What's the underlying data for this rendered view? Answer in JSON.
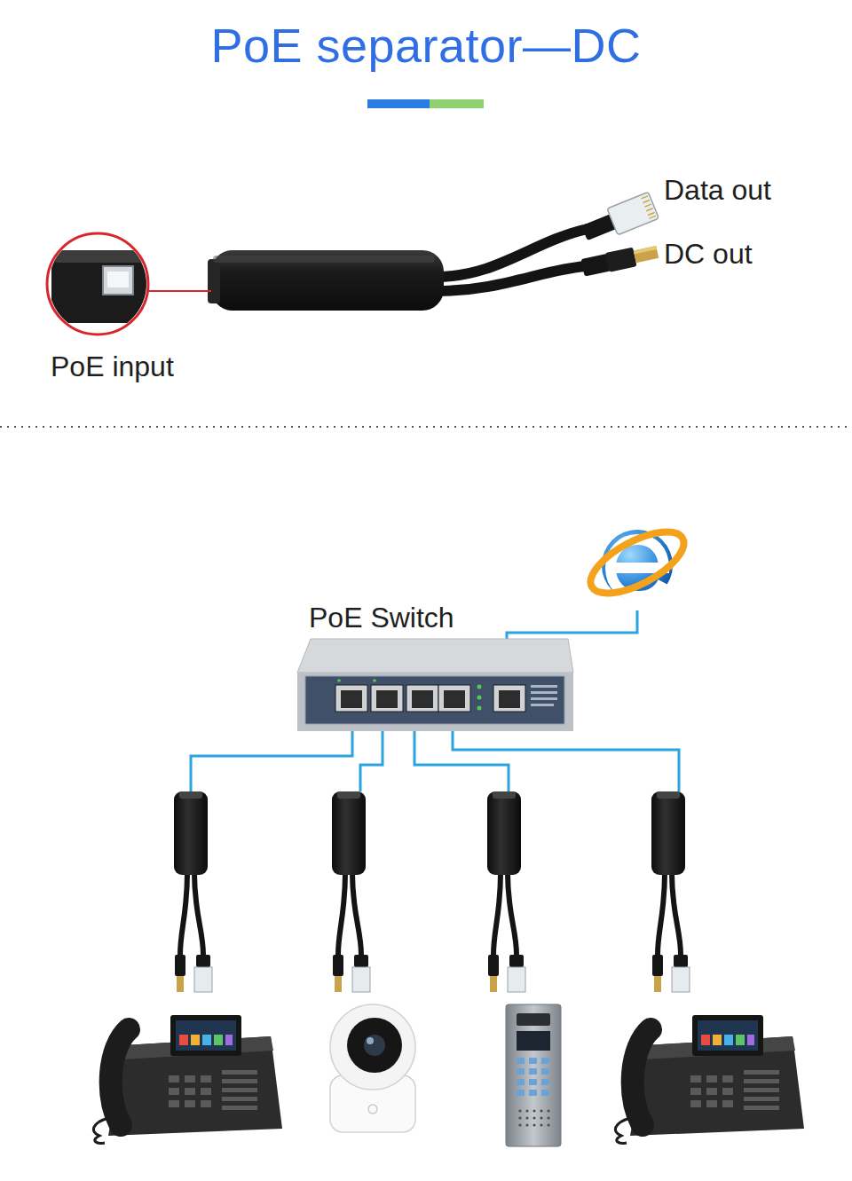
{
  "diagram": {
    "title": "PoE separator—DC",
    "nodes": [
      {
        "text": [
          "PoE Switch"
        ]
      }
    ],
    "labels": [
      "Data out",
      "DC out",
      "PoE input"
    ]
  }
}
